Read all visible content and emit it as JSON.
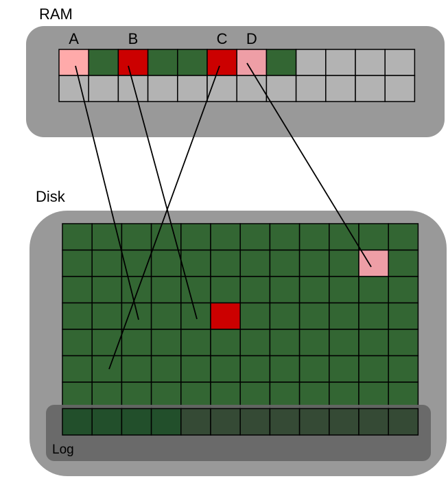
{
  "ram": {
    "title": "RAM",
    "page_labels": [
      "A",
      "B",
      "C",
      "D"
    ],
    "rows": [
      [
        "lightred",
        "green",
        "red",
        "green",
        "green",
        "red",
        "pink",
        "green",
        "gray",
        "gray",
        "gray",
        "gray"
      ],
      [
        "gray",
        "gray",
        "gray",
        "gray",
        "gray",
        "gray",
        "gray",
        "gray",
        "gray",
        "gray",
        "gray",
        "gray"
      ]
    ]
  },
  "disk": {
    "title": "Disk",
    "log_label": "Log",
    "highlights": [
      {
        "row": 1,
        "col": 10,
        "state": "pink"
      },
      {
        "row": 3,
        "col": 5,
        "state": "red"
      }
    ]
  },
  "colors": {
    "green": "#336633",
    "red": "#cc0000",
    "lightred": "#ffaaaa",
    "pink": "#ee9ea6",
    "gray": "#b3b3b3",
    "ram_bg": "#999999",
    "disk_bg": "#999999",
    "log_bg": "#666666",
    "log_cell_dark": "#224f2b",
    "log_cell_light": "#354a35"
  }
}
